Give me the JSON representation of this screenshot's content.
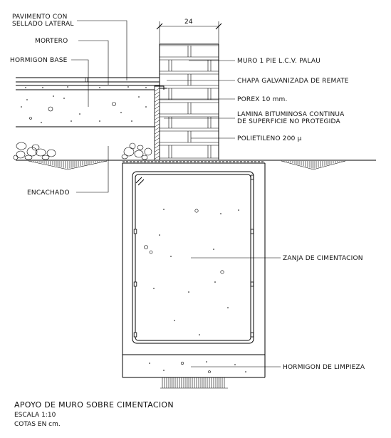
{
  "labels": {
    "pavimento_1": "PAVIMENTO CON",
    "pavimento_2": "SELLADO LATERAL",
    "mortero": "MORTERO",
    "hormigon_base": "HORMIGON BASE",
    "encachado": "ENCACHADO",
    "muro": "MURO 1 PIE L.C.V. PALAU",
    "chapa": "CHAPA GALVANIZADA DE REMATE",
    "porex": "POREX 10 mm.",
    "lamina_1": "LAMINA BITUMINOSA CONTINUA",
    "lamina_2": "DE SUPERFICIE NO PROTEGIDA",
    "polietileno": "POLIETILENO 200 µ",
    "zanja": "ZANJA DE CIMENTACION",
    "limpieza": "HORMIGON DE LIMPIEZA"
  },
  "dimension": "24",
  "footer": {
    "title": "APOYO DE MURO SOBRE CIMENTACION",
    "scale": "ESCALA 1:10",
    "units": "COTAS EN cm."
  },
  "colors": {
    "line": "#000000",
    "background": "#ffffff"
  }
}
